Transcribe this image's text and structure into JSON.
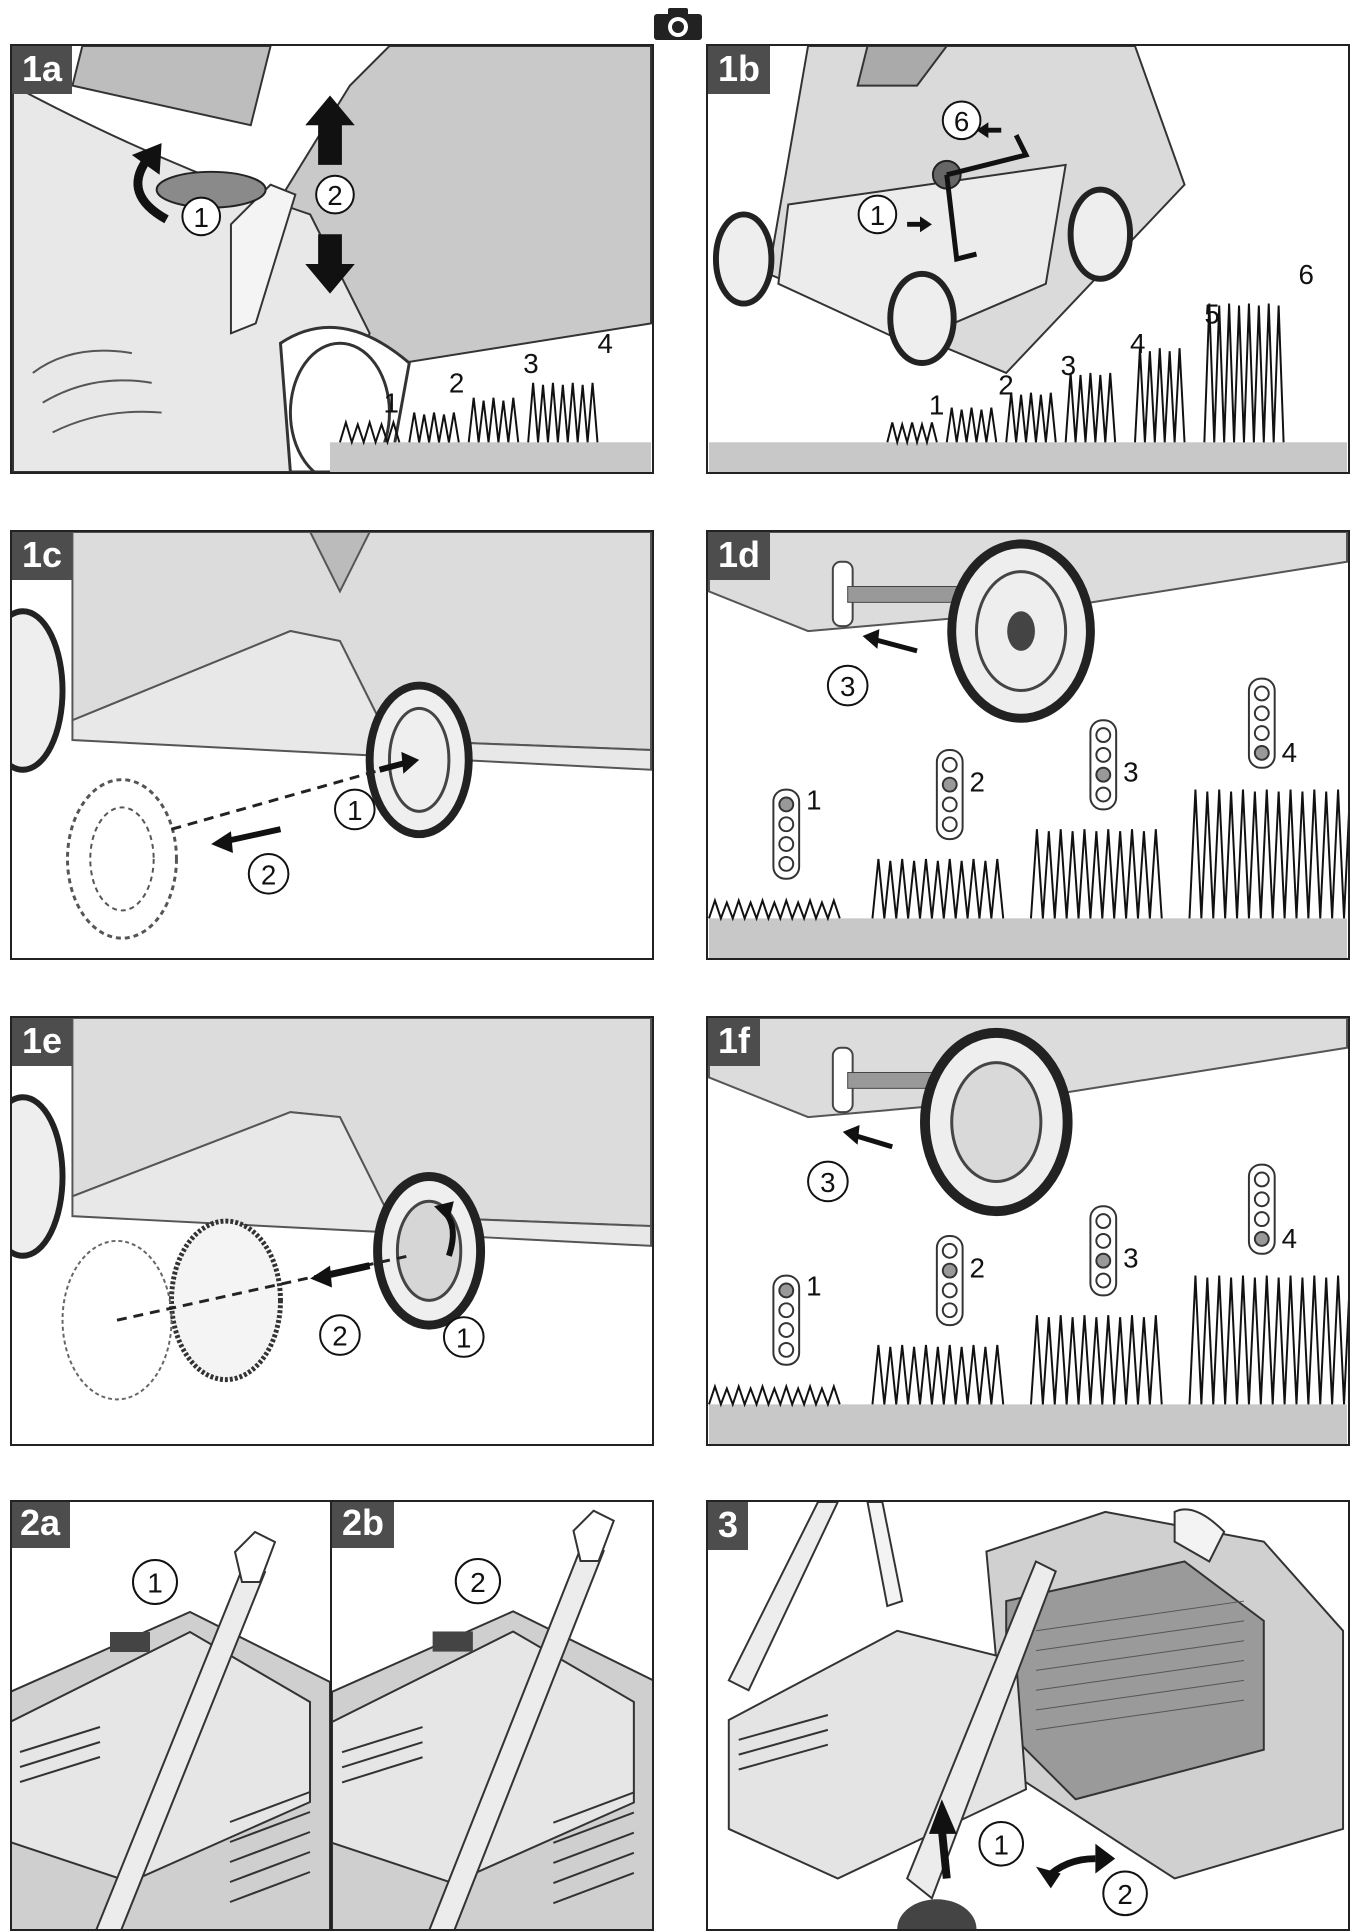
{
  "camera_icon": "camera-icon",
  "panels": {
    "p1a": {
      "tag": "1a",
      "steps": [
        "1",
        "2"
      ],
      "levels": [
        "1",
        "2",
        "3",
        "4"
      ]
    },
    "p1b": {
      "tag": "1b",
      "steps": [
        "6",
        "1"
      ],
      "levels": [
        "1",
        "2",
        "3",
        "4",
        "5",
        "6"
      ]
    },
    "p1c": {
      "tag": "1c",
      "steps": [
        "1",
        "2"
      ]
    },
    "p1d": {
      "tag": "1d",
      "steps": [
        "3"
      ],
      "levels": [
        "1",
        "2",
        "3",
        "4"
      ]
    },
    "p1e": {
      "tag": "1e",
      "steps": [
        "2",
        "1"
      ]
    },
    "p1f": {
      "tag": "1f",
      "steps": [
        "3"
      ],
      "levels": [
        "1",
        "2",
        "3",
        "4"
      ]
    },
    "p2a": {
      "tag": "2a",
      "steps": [
        "1"
      ]
    },
    "p2b": {
      "tag": "2b",
      "steps": [
        "2"
      ]
    },
    "p3": {
      "tag": "3",
      "steps": [
        "1",
        "2"
      ]
    }
  },
  "colors": {
    "tag_bg": "#4d4d4d",
    "ground": "#c8c8c8",
    "body_gray": "#d9d9d9",
    "dark_gray": "#7a7a7a"
  }
}
